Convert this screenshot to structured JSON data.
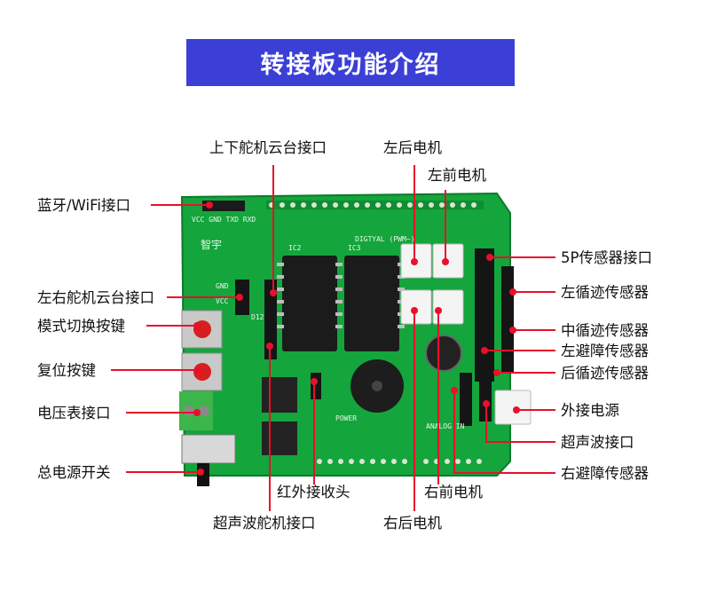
{
  "title": "转接板功能介绍",
  "labels": {
    "servo_ud": "上下舵机云台接口",
    "left_rear_motor_top": "左后电机",
    "left_front_motor": "左前电机",
    "bluetooth": "蓝牙/WiFi接口",
    "sensor_5p": "5P传感器接口",
    "servo_lr": "左右舵机云台接口",
    "left_track": "左循迹传感器",
    "mode_switch": "模式切换按键",
    "mid_track": "中循迹传感器",
    "left_avoid": "左避障传感器",
    "reset": "复位按键",
    "rear_track": "后循迹传感器",
    "voltmeter": "电压表接口",
    "ext_power": "外接电源",
    "ultrasonic": "超声波接口",
    "power_switch": "总电源开关",
    "right_avoid": "右避障传感器",
    "ir_receiver": "红外接收头",
    "right_front_motor": "右前电机",
    "ultrasonic_servo": "超声波舵机接口",
    "right_rear_motor": "右后电机"
  },
  "silkscreen": {
    "digital": "DIGTYAL (PWM~)",
    "analog": "ANALOG IN",
    "power": "POWER",
    "ic2": "IC2",
    "ic3": "IC3",
    "gnd": "GND",
    "vcc": "VCC",
    "d2": "D12",
    "bt_pins": "VCC GND TXD RXD",
    "zhiyu": "智宇"
  },
  "colors": {
    "pcb": "#14a53c",
    "banner": "#3b3fd6",
    "leader": "#e8102a"
  }
}
